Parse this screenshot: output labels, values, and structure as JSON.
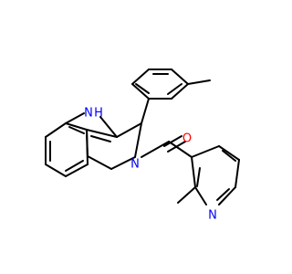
{
  "molecule": {
    "atoms": {
      "nh": {
        "text": "H",
        "prefix": "N",
        "color": "#0000FF"
      },
      "n_amide": {
        "text": "N",
        "color": "#0000FF"
      },
      "o": {
        "text": "O",
        "color": "#FF0000"
      },
      "n_pyridine": {
        "text": "N",
        "color": "#0000FF"
      }
    },
    "bond_color": "#000000"
  }
}
